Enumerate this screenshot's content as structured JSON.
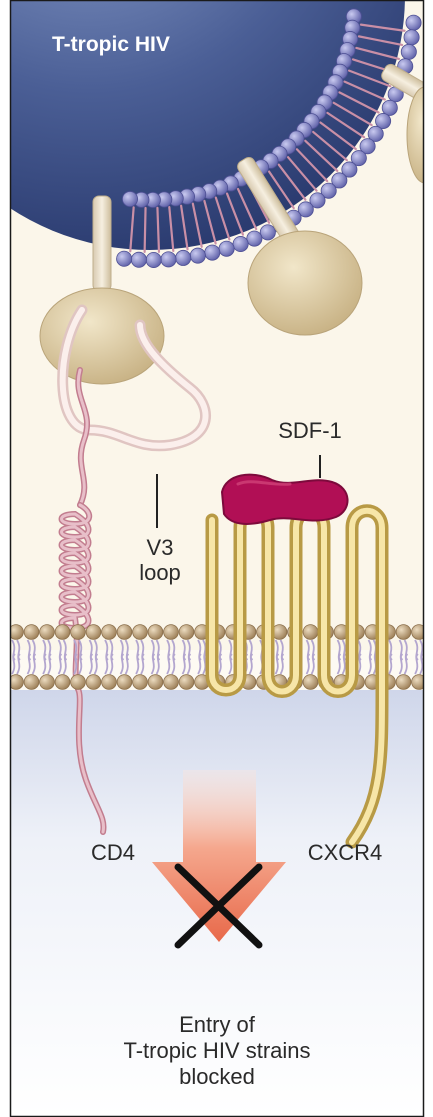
{
  "diagram": {
    "virus_label": "T-tropic HIV",
    "v3_label": [
      "V3",
      "loop"
    ],
    "sdf1_label": "SDF-1",
    "cd4_label": "CD4",
    "cxcr4_label": "CXCR4",
    "caption": [
      "Entry of",
      "T-tropic HIV strains",
      "blocked"
    ]
  },
  "colors": {
    "virus_body": "#3a4f86",
    "lipid_head": "#8688c4",
    "membrane_head": "#c4a67c",
    "tail": "#c98fa6",
    "gp120": "#dfcfa4",
    "sdf1": "#b30d55",
    "cd4": "#e8bfc9",
    "cxcr4": "#f1d47a",
    "arrow": "#ef7f5d",
    "cross": "#111111"
  }
}
